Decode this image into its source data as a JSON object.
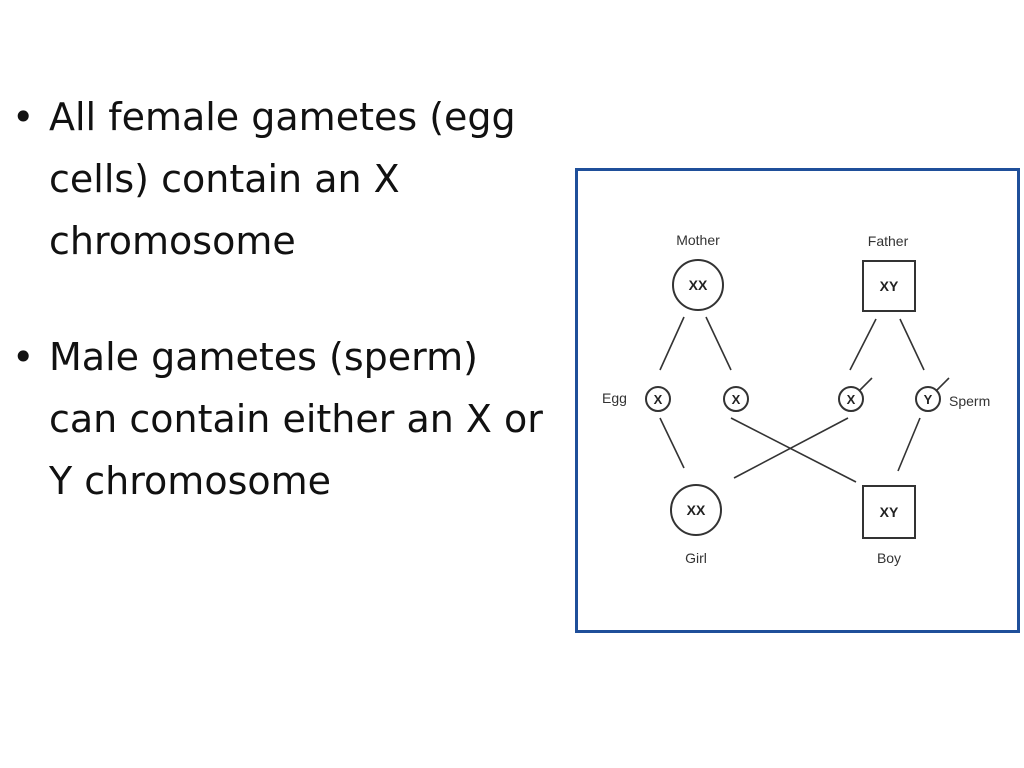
{
  "slide": {
    "bullets": [
      {
        "marker": "•",
        "text": "All female gametes (egg cells) contain an X chromosome"
      },
      {
        "marker": "•",
        "text": "Male gametes (sperm) can contain either an X or Y chromosome"
      }
    ]
  },
  "diagram": {
    "border_color": "#1f4f9a",
    "parents": {
      "mother": {
        "label": "Mother",
        "genotype": "XX",
        "shape": "circle"
      },
      "father": {
        "label": "Father",
        "genotype": "XY",
        "shape": "square"
      }
    },
    "gametes": {
      "egg_label": "Egg",
      "sperm_label": "Sperm",
      "egg1": "X",
      "egg2": "X",
      "sperm1": "X",
      "sperm2": "Y"
    },
    "offspring": {
      "girl": {
        "label": "Girl",
        "genotype": "XX",
        "shape": "circle"
      },
      "boy": {
        "label": "Boy",
        "genotype": "XY",
        "shape": "square"
      }
    }
  }
}
